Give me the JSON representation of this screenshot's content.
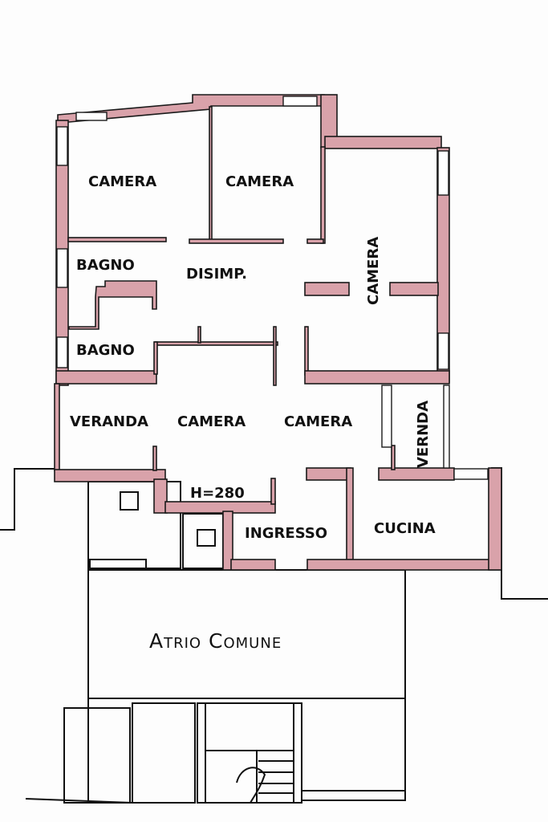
{
  "title": "Floor plan",
  "colors": {
    "wall": "#d9a2aa",
    "line": "#111111",
    "background": "#fdfdfd"
  },
  "rooms": {
    "camera_top_left": "CAMERA",
    "camera_top_middle": "CAMERA",
    "camera_right": "CAMERA",
    "bagno_upper": "BAGNO",
    "bagno_lower": "BAGNO",
    "disimp": "DISIMP.",
    "veranda": "VERANDA",
    "camera_lower_left": "CAMERA",
    "camera_lower_right": "CAMERA",
    "verandina": "VERNDA",
    "height_note": "H=280",
    "ingresso": "INGRESSO",
    "cucina": "CUCINA",
    "atrio": "Atrio Comune"
  }
}
